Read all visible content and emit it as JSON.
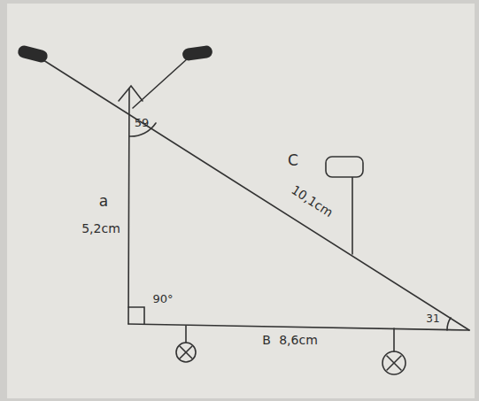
{
  "diagram": {
    "labels": [
      "59",
      "a",
      "5,2cm",
      "C",
      "10,1cm",
      "90°",
      "B",
      "8,6cm",
      "31"
    ]
  }
}
